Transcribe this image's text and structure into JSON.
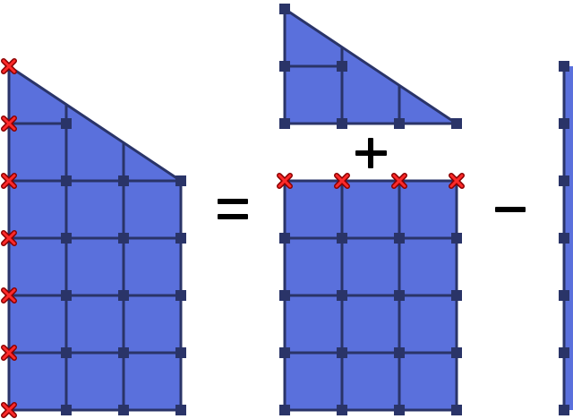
{
  "colors": {
    "fill": "#5a70dc",
    "line": "#2a3468",
    "node": "#2a3468",
    "cross_fill": "#ff2a2a",
    "cross_stroke": "#8a0000",
    "operator": "#000000",
    "background": "#ffffff"
  },
  "icons": {
    "node": "square-node-icon",
    "boundary_marker": "red-x-marker-icon"
  },
  "equation": {
    "operators": [
      "equals",
      "plus",
      "minus"
    ]
  }
}
